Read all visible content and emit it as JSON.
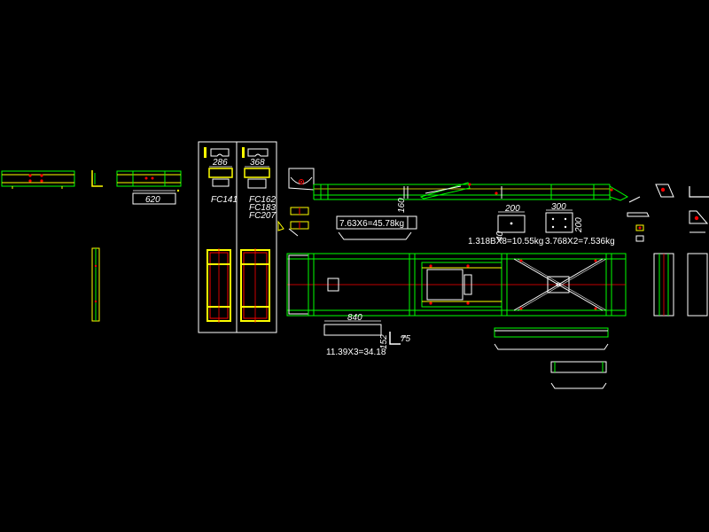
{
  "labels": {
    "dim_620": "620",
    "dim_286": "286",
    "dim_368": "368",
    "fc141": "FC141",
    "fc162": "FC162",
    "fc183": "FC183",
    "fc207": "FC207",
    "dim_160": "160",
    "weight_beam": "7.63X6=45.78kg",
    "dim_200": "200",
    "dim_300": "300",
    "dim_40": "40",
    "dim_200b": "200",
    "weight_plate_a": "1.318BX8=10.55kg",
    "weight_plate_b": "3.768X2=7.536kg",
    "dim_840": "840",
    "dim_75": "75",
    "dim_152": "152",
    "weight_channel": "11.39X3=34.18"
  },
  "colors": {
    "background": "#000000",
    "outline": "#00ff00",
    "detail": "#ffff00",
    "centerline": "#ff0000",
    "text": "#ffffff",
    "white_line": "#ffffff"
  }
}
